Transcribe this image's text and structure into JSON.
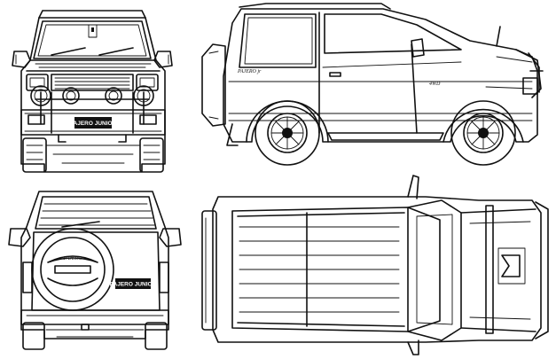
{
  "views": [
    {
      "id": "front",
      "name": "front view"
    },
    {
      "id": "side",
      "name": "side view"
    },
    {
      "id": "rear",
      "name": "rear view"
    },
    {
      "id": "top",
      "name": "top view"
    }
  ],
  "markings": {
    "front_plate": "PAJERO JUNIOR",
    "rear_plate": "PAJERO JUNIOR",
    "side_script": "PAJERO jr",
    "side_badge": "4WD",
    "spare_cover_badge": "PAJERO"
  },
  "colors": {
    "line": "#111111",
    "paper": "#ffffff"
  }
}
